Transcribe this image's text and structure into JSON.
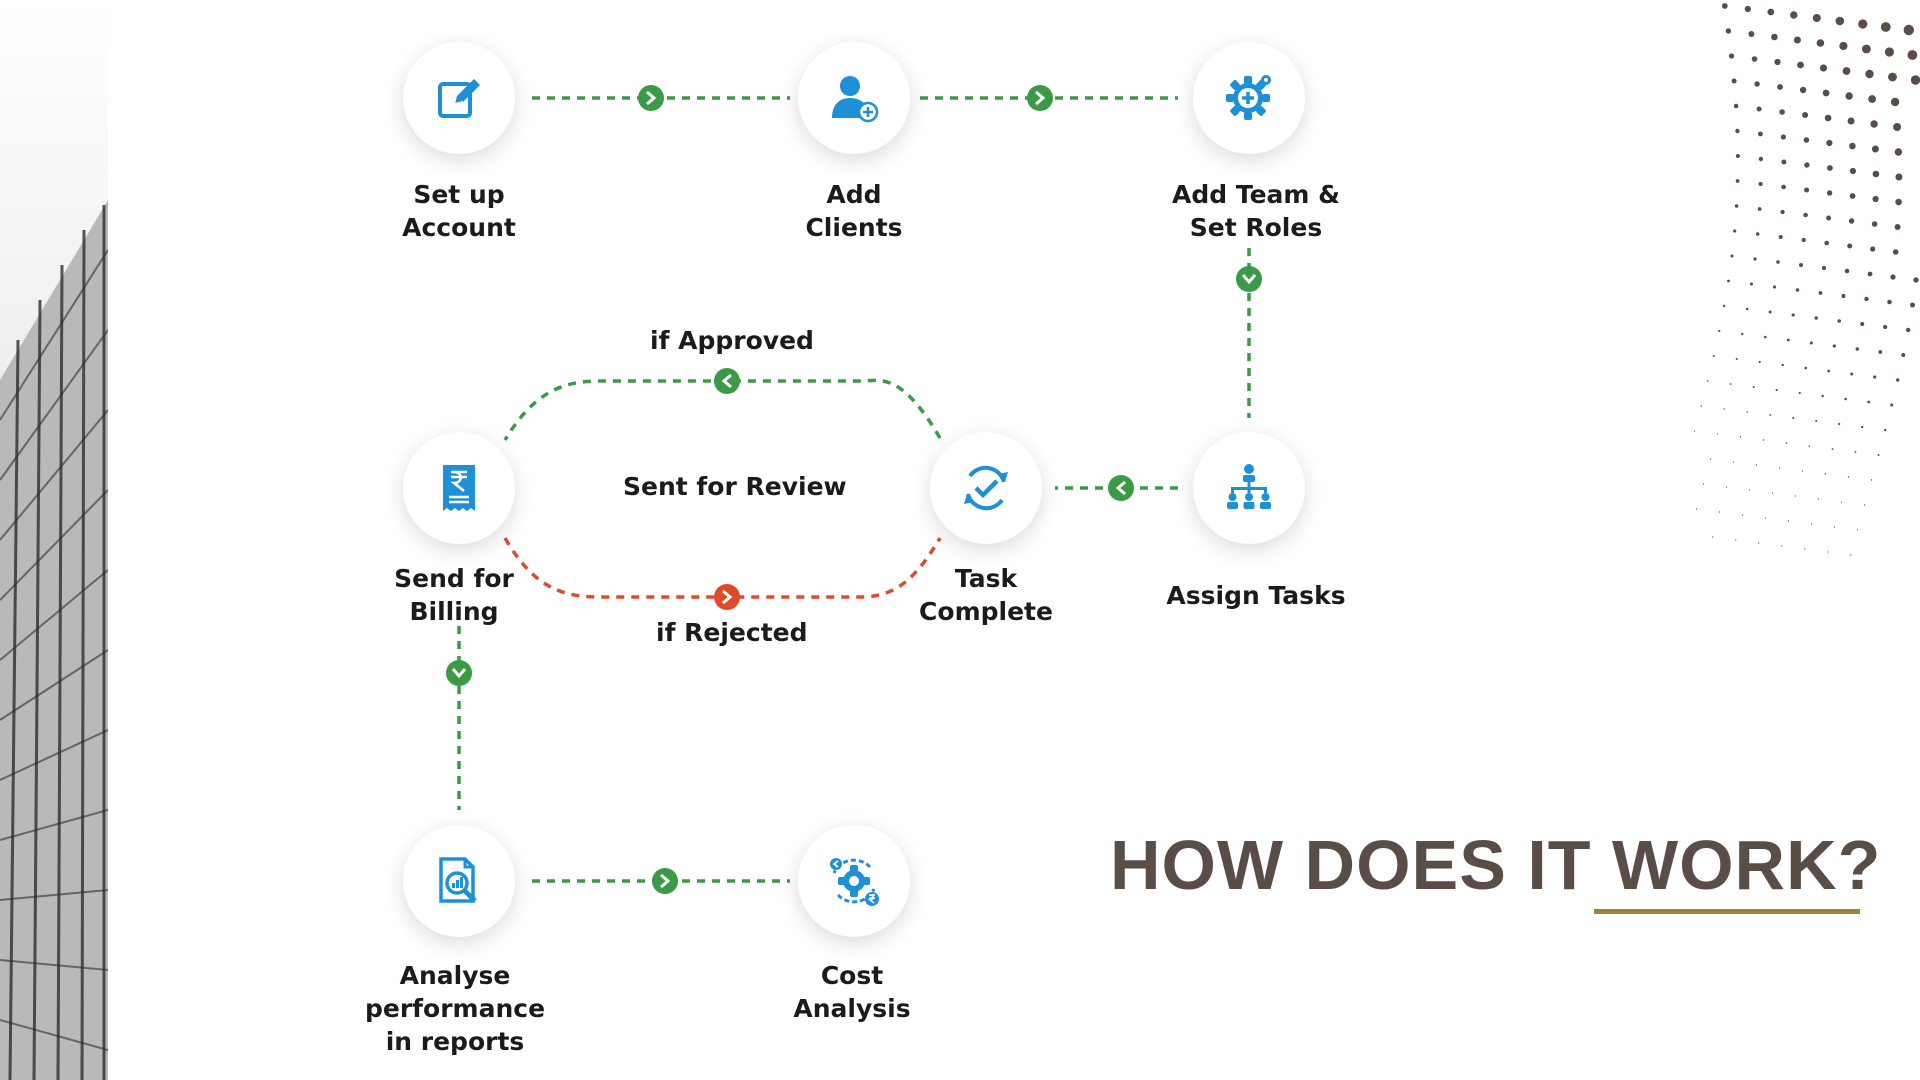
{
  "headline": "HOW DOES IT WORK?",
  "colors": {
    "accent": "#1e90d6",
    "approve": "#3a9a45",
    "reject": "#e04a2c",
    "headline": "#5a4d47",
    "underline": "#a28237"
  },
  "steps": [
    {
      "label": "Set up\nAccount",
      "icon": "edit-icon"
    },
    {
      "label": "Add\nClients",
      "icon": "add-user-icon"
    },
    {
      "label": "Add Team &\nSet Roles",
      "icon": "gear-plus-icon"
    },
    {
      "label": "Assign Tasks",
      "icon": "hierarchy-icon"
    },
    {
      "label": "Task\nComplete",
      "icon": "refresh-check-icon"
    },
    {
      "label": "Send for\nBilling",
      "icon": "rupee-invoice-icon"
    },
    {
      "label": "Analyse\nperformance\nin reports",
      "icon": "report-search-icon"
    },
    {
      "label": "Cost\nAnalysis",
      "icon": "cost-gear-icon"
    }
  ],
  "review": {
    "center": "Sent for Review",
    "approved": "if Approved",
    "rejected": "if Rejected"
  }
}
